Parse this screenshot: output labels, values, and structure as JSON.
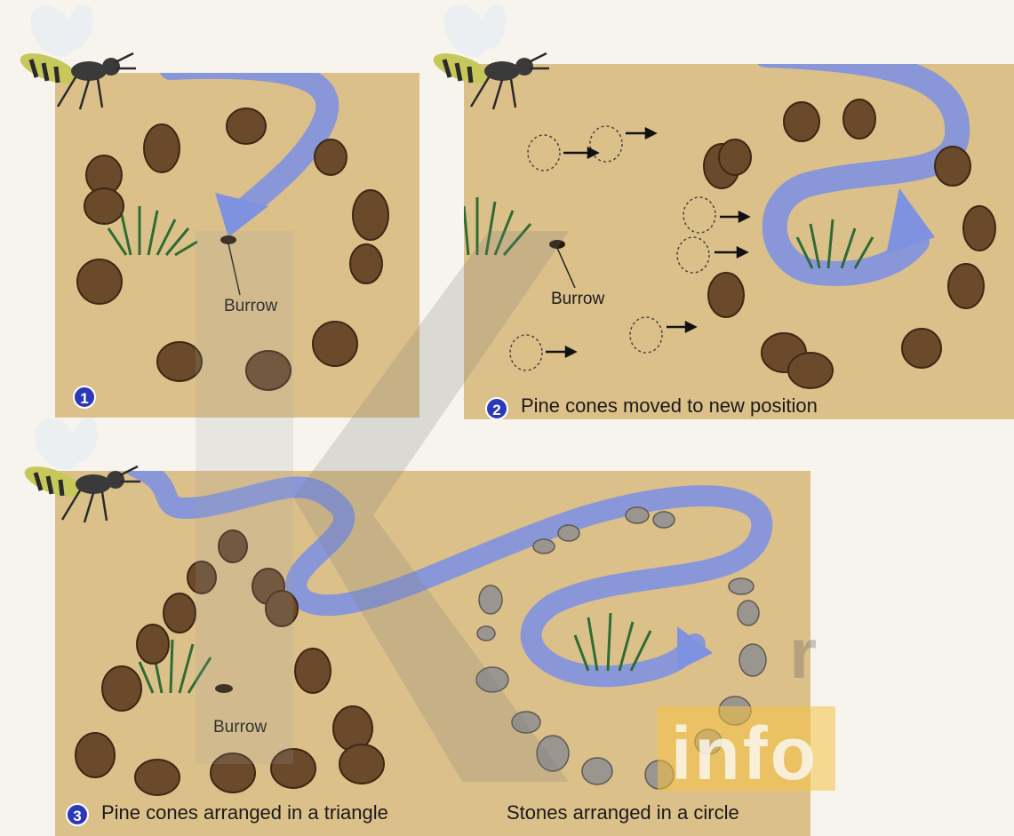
{
  "panel1": {
    "number": "1",
    "burrow_label": "Burrow"
  },
  "panel2": {
    "number": "2",
    "caption": "Pine cones moved to new position",
    "burrow_label": "Burrow"
  },
  "panel3": {
    "number": "3",
    "caption_left": "Pine cones arranged in a triangle",
    "caption_right": "Stones arranged in a circle",
    "burrow_label": "Burrow"
  },
  "watermark": {
    "text": "info",
    "letter": "r"
  },
  "colors": {
    "sand": "#dcc08a",
    "path": "#7f92e0",
    "badge": "#2b39b8",
    "cone": "#6b4a2c",
    "stone": "#9a958e",
    "grass": "#2f6b35"
  }
}
